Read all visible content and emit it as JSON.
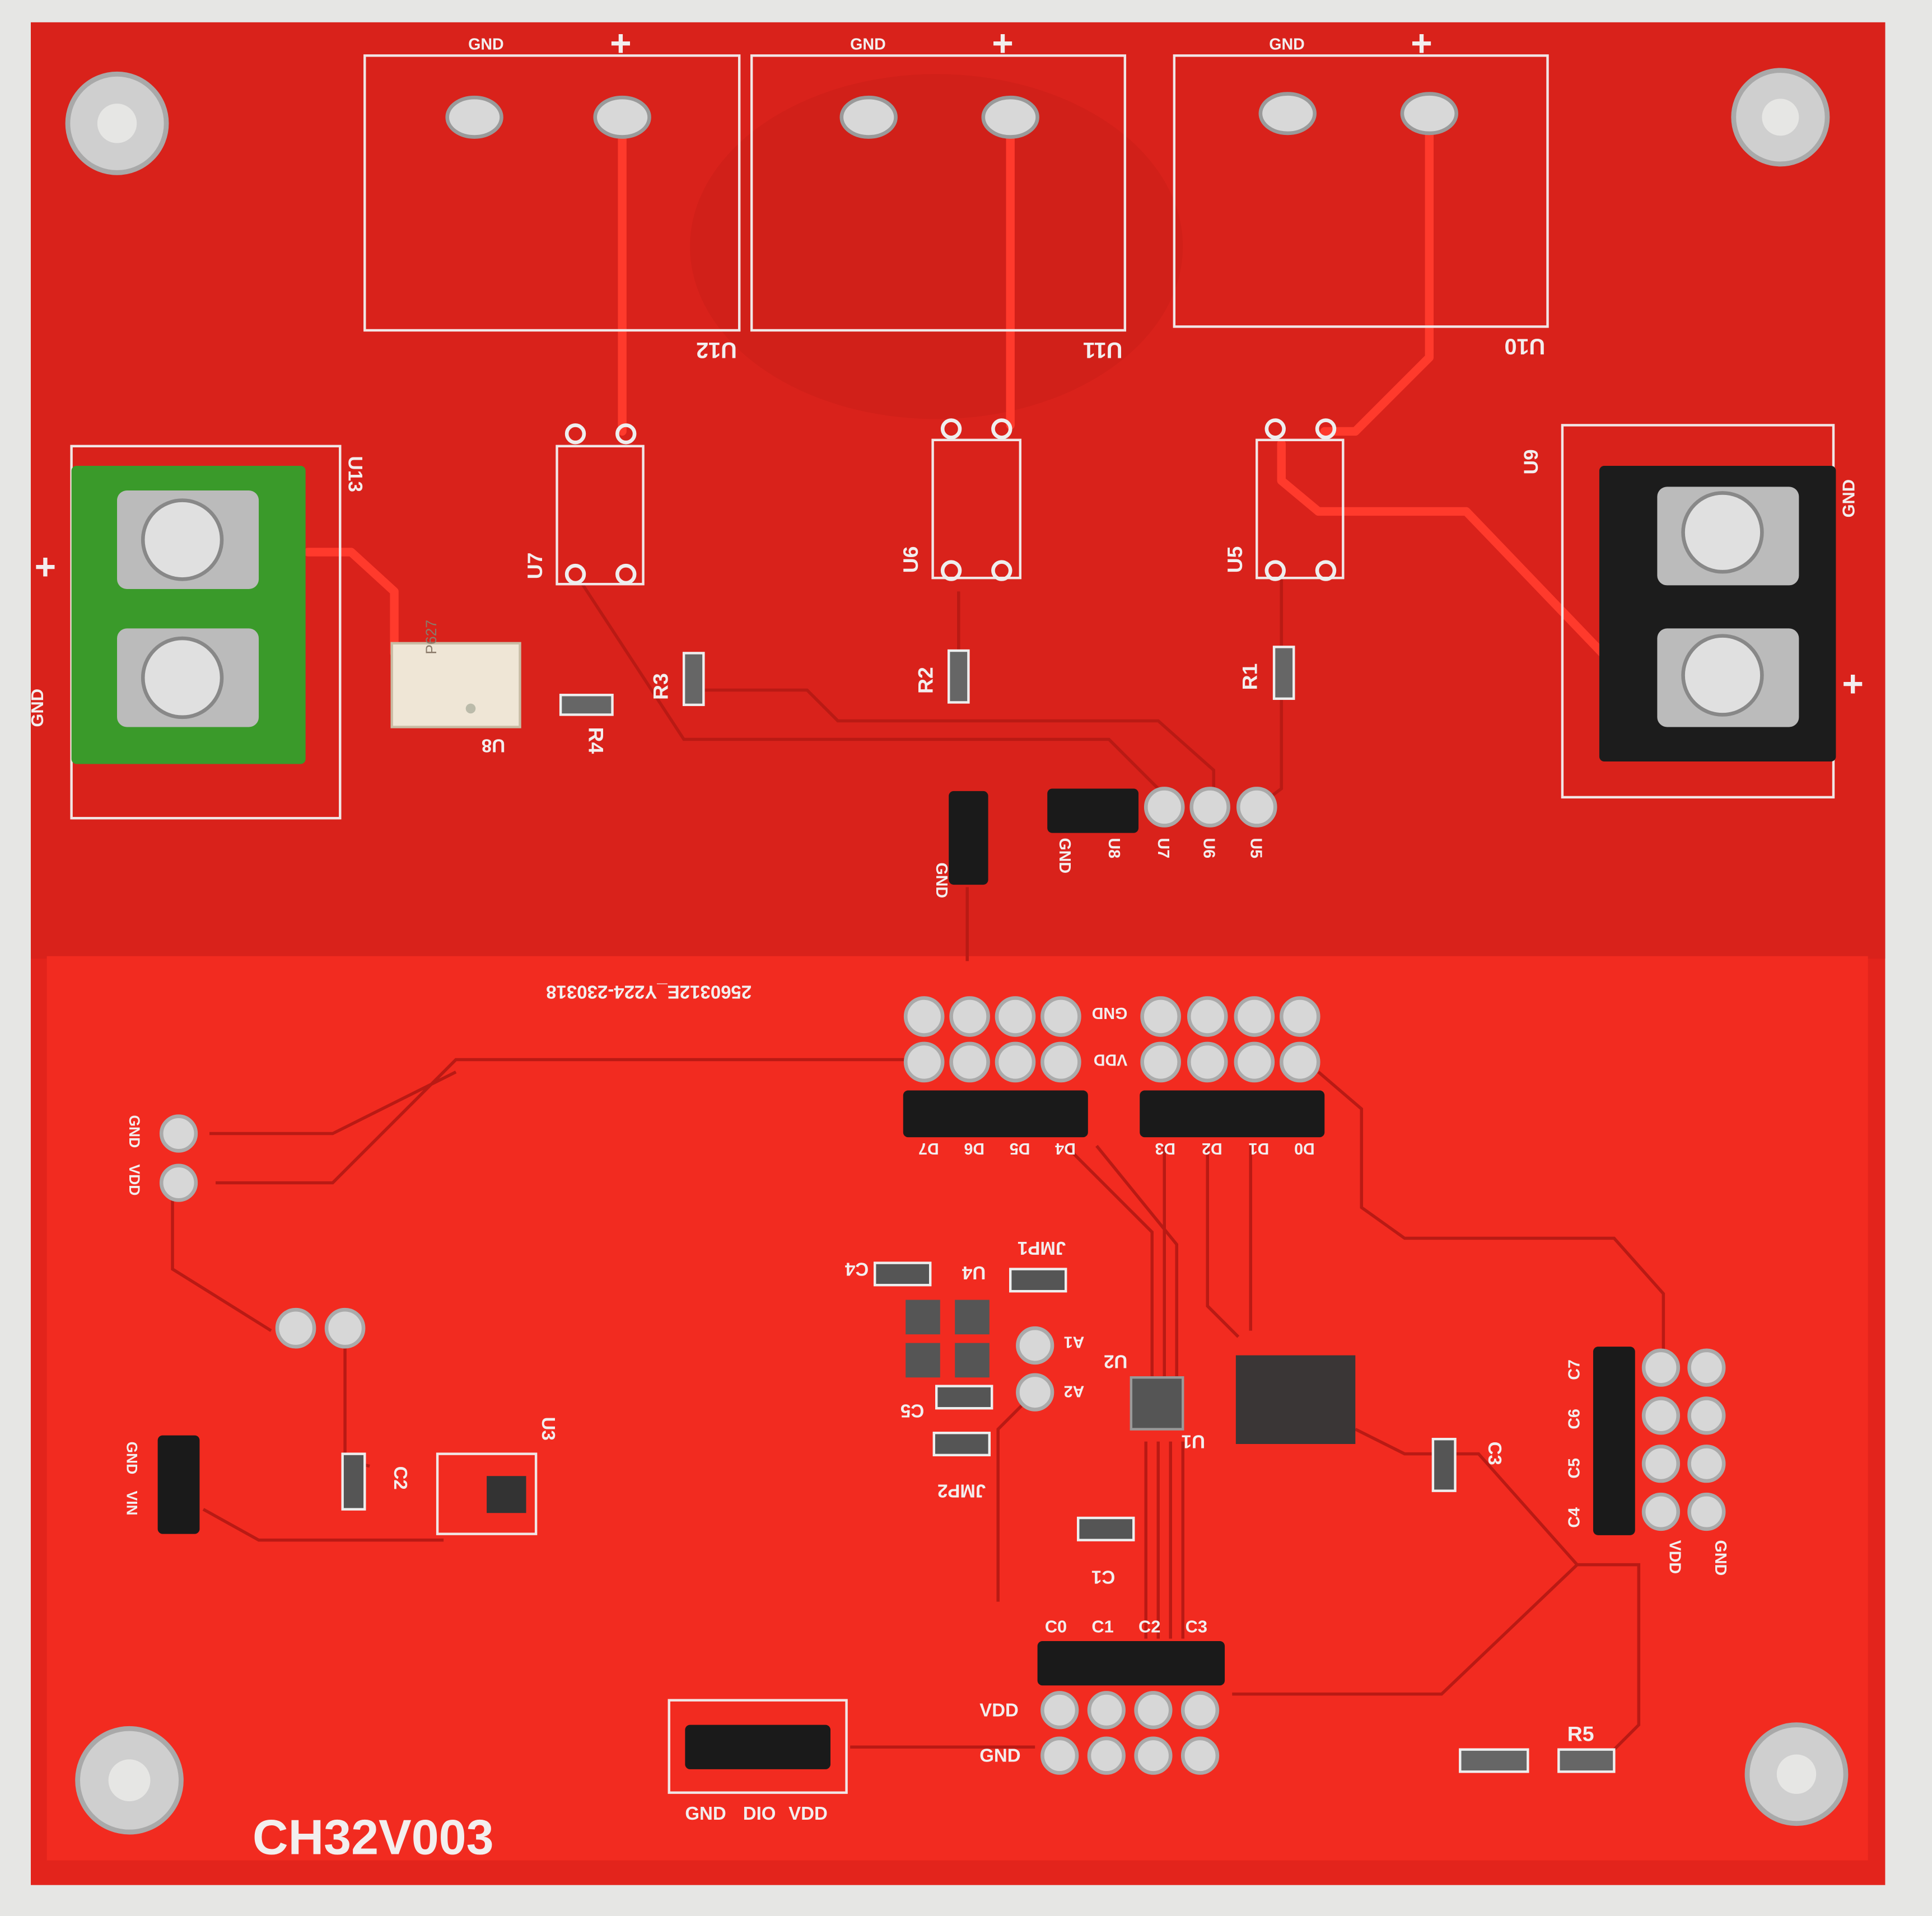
{
  "board": {
    "name": "CH32V003",
    "serial": "2560312E_Y224-230318",
    "colors": {
      "board": "#e8261e",
      "lower_panel": "#f22b20",
      "silkscreen": "#f3eeee",
      "terminal_green": "#3a9a2a",
      "terminal_black": "#1c1c1c"
    }
  },
  "relays": [
    {
      "ref": "U12",
      "gnd": "GND",
      "plus": "+"
    },
    {
      "ref": "U11",
      "gnd": "GND",
      "plus": "+"
    },
    {
      "ref": "U10",
      "gnd": "GND",
      "plus": "+"
    }
  ],
  "optos": [
    "U7",
    "U6",
    "U5",
    "U8"
  ],
  "resistors": [
    "R1",
    "R2",
    "R3",
    "R4",
    "R5"
  ],
  "terminals": {
    "left": {
      "ref": "U13",
      "plus": "+",
      "gnd": "GND"
    },
    "right": {
      "ref": "U9",
      "plus": "+",
      "gnd": "GND"
    }
  },
  "u8_marking": "P627",
  "output_header": {
    "gnd_label": "GND",
    "pins": [
      "GND",
      "U8",
      "U7",
      "U6",
      "U5"
    ]
  },
  "data_header": {
    "row_labels": [
      "GND",
      "VDD"
    ],
    "pins": [
      "D7",
      "D6",
      "D5",
      "D4",
      "D3",
      "D2",
      "D1",
      "D0"
    ]
  },
  "left_pins": {
    "top": [
      "GND",
      "VDD"
    ],
    "bottom": [
      "GND",
      "VIN"
    ]
  },
  "components": [
    "C1",
    "C2",
    "C3",
    "C4",
    "C5",
    "U1",
    "U2",
    "U3",
    "U4",
    "JMP1",
    "JMP2",
    "A1",
    "A2"
  ],
  "c_header_right": {
    "pins": [
      "C7",
      "C6",
      "C5",
      "C4"
    ],
    "col_labels": [
      "VDD",
      "GND"
    ]
  },
  "c_header_bottom": {
    "pins": [
      "C0",
      "C1",
      "C2",
      "C3"
    ],
    "row_labels": [
      "VDD",
      "GND"
    ]
  },
  "debug_header": [
    "GND",
    "DIO",
    "VDD"
  ]
}
